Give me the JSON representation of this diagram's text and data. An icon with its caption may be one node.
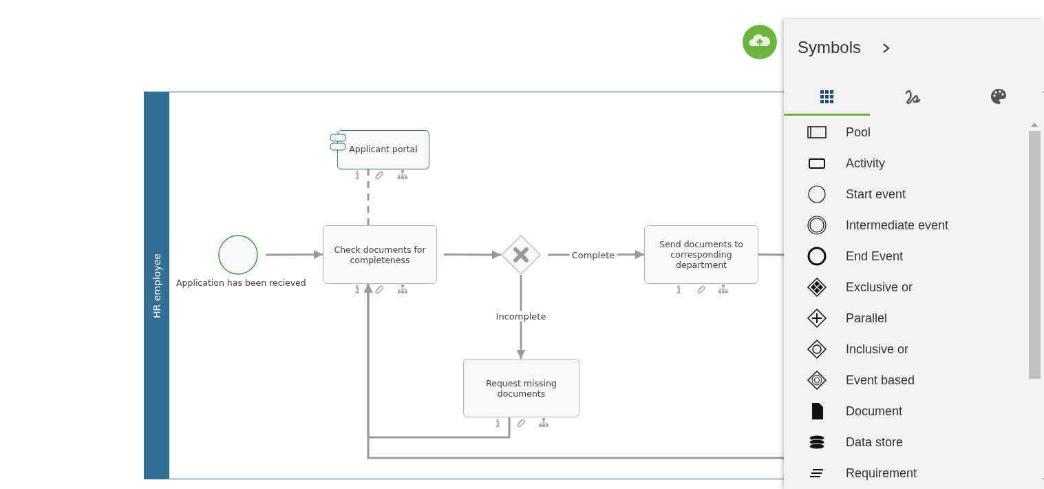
{
  "diagram": {
    "nodes": [
      {
        "text": [
          "HR employee"
        ]
      },
      {
        "text": [
          "Applicant portal"
        ],
        "in": 0
      },
      {
        "text": [],
        "shape": "circle",
        "beside": [
          "Application has been recieved"
        ],
        "in": 0
      },
      {
        "text": [
          "Check documents for completeness"
        ],
        "in": 0
      },
      {
        "text": [],
        "shape": "diamond",
        "in": 0
      },
      {
        "text": [
          "Send documents to corresponding department"
        ],
        "in": 0
      },
      {
        "text": [
          "Request missing documents"
        ],
        "in": 0
      }
    ],
    "edges": [
      {
        "from": 3,
        "to": 1,
        "arrow": "none",
        "style": "dashed"
      },
      {
        "from": 2,
        "to": 3,
        "arrow": "to"
      },
      {
        "from": 3,
        "to": 4,
        "arrow": "to"
      },
      {
        "from": 4,
        "to": 5,
        "arrow": "to",
        "label": "Complete"
      },
      {
        "from": 4,
        "to": 6,
        "arrow": "to",
        "label": "Incomplete"
      },
      {
        "from": 6,
        "to": 3,
        "arrow": "to"
      },
      {
        "from": null,
        "to": 3,
        "arrow": "to"
      },
      {
        "from": 5,
        "to": null,
        "arrow": "none"
      }
    ],
    "labels": [
      "Symbols",
      "Pool",
      "Activity",
      "Start event",
      "Intermediate event",
      "End Event",
      "Exclusive or",
      "Parallel",
      "Inclusive or",
      "Event based",
      "Document",
      "Data store",
      "Requirement"
    ]
  }
}
